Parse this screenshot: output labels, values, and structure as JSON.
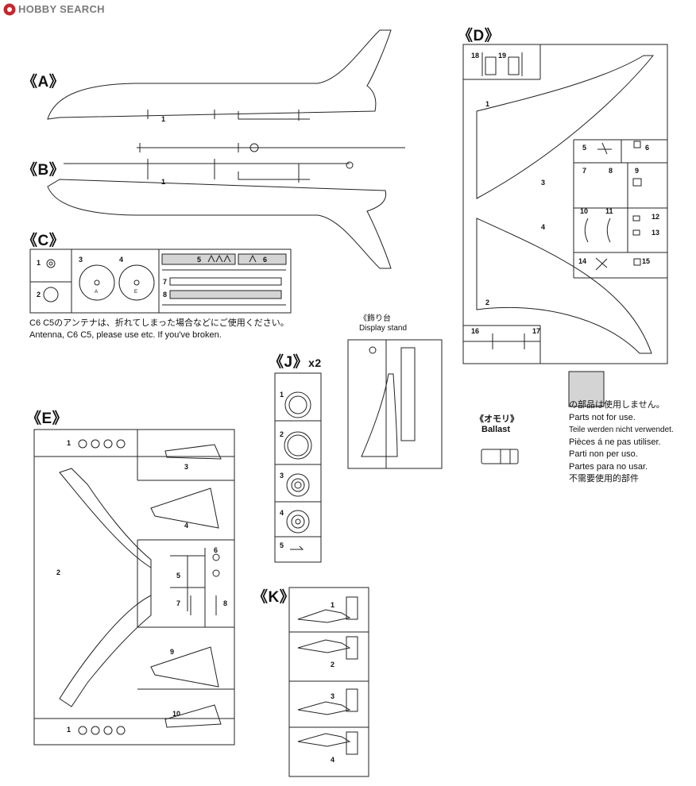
{
  "watermark": {
    "text": "HOBBY SEARCH"
  },
  "sprues": {
    "A": {
      "title": "《A》",
      "parts": [
        "1"
      ]
    },
    "B": {
      "title": "《B》",
      "parts": [
        "1"
      ]
    },
    "C": {
      "title": "《C》",
      "parts": [
        "1",
        "2",
        "3",
        "4",
        "5",
        "6",
        "7",
        "8"
      ],
      "disc_letters": [
        "A",
        "E"
      ]
    },
    "D": {
      "title": "《D》",
      "parts": [
        "18",
        "19",
        "1",
        "5",
        "6",
        "7",
        "8",
        "9",
        "3",
        "10",
        "11",
        "12",
        "13",
        "4",
        "14",
        "15",
        "2",
        "16",
        "17"
      ]
    },
    "E": {
      "title": "《E》",
      "parts": [
        "1",
        "3",
        "4",
        "2",
        "6",
        "5",
        "7",
        "8",
        "9",
        "10",
        "1"
      ]
    },
    "J": {
      "title": "《J》",
      "multiplier": "x2",
      "parts": [
        "1",
        "2",
        "3",
        "4",
        "5"
      ]
    },
    "K": {
      "title": "《K》",
      "parts": [
        "1",
        "2",
        "3",
        "4"
      ]
    }
  },
  "antenna_note": {
    "jp": "C6 C5のアンテナは、折れてしまった場合などにご使用ください。",
    "en": "Antenna, C6 C5, please use etc. If you've broken."
  },
  "display_stand": {
    "jp": "《飾り台",
    "en": "Display stand"
  },
  "ballast": {
    "jp": "《オモリ》",
    "en": "Ballast"
  },
  "not_used_legend": [
    "の部品は使用しません。",
    "Parts not for use.",
    "Teile werden nicht verwendet.",
    "Pièces á ne pas utiliser.",
    "Parti non per uso.",
    "Partes para no usar.",
    "不需要使用的部件"
  ],
  "colors": {
    "line": "#222222",
    "shade": "#d4d4d4",
    "wm_red": "#c7262d"
  }
}
